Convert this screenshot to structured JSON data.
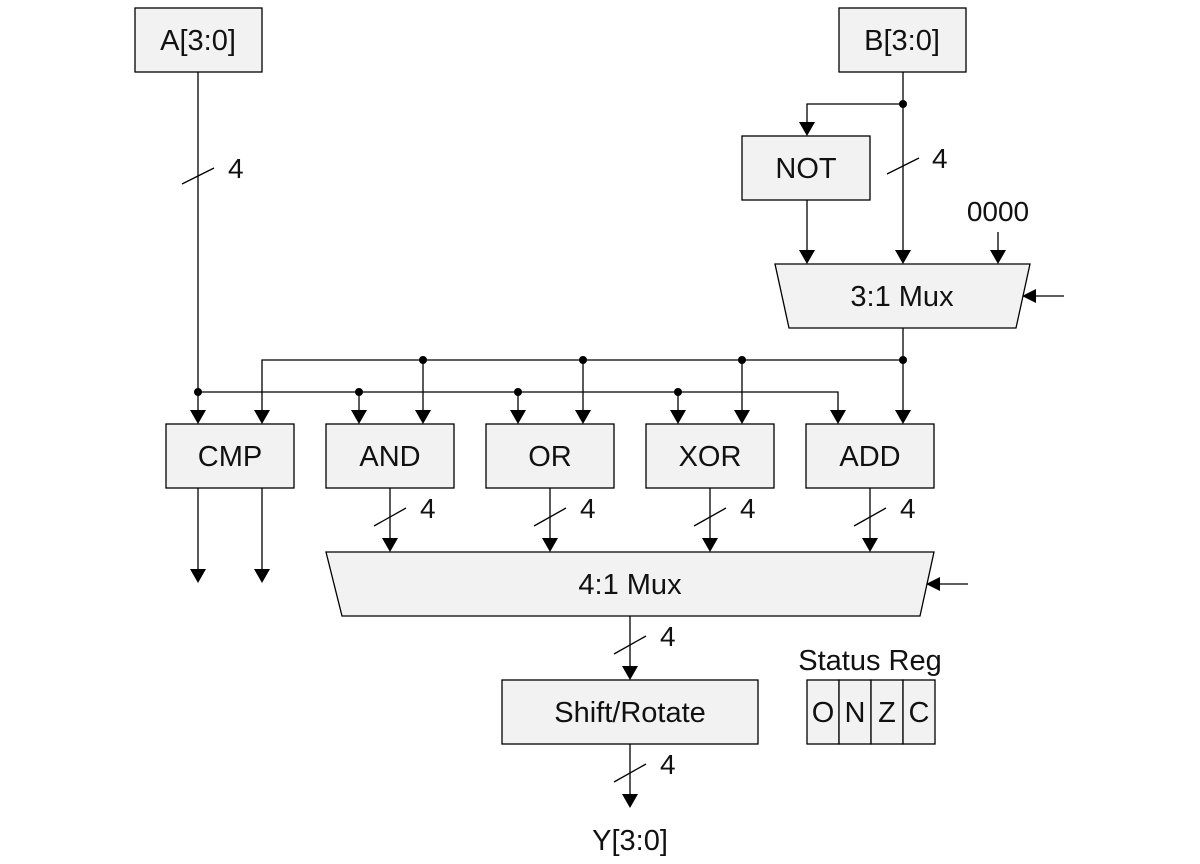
{
  "diagram": {
    "title": "4-bit ALU block diagram",
    "inputs": {
      "a": "A[3:0]",
      "b": "B[3:0]"
    },
    "constant_zero": "0000",
    "blocks": {
      "not": "NOT",
      "mux3": "3:1 Mux",
      "cmp": "CMP",
      "and": "AND",
      "or": "OR",
      "xor": "XOR",
      "add": "ADD",
      "mux4": "4:1 Mux",
      "shift": "Shift/Rotate"
    },
    "bus_width_label": "4",
    "output": "Y[3:0]",
    "status_register": {
      "title": "Status Reg",
      "flags": [
        "O",
        "N",
        "Z",
        "C"
      ]
    }
  }
}
